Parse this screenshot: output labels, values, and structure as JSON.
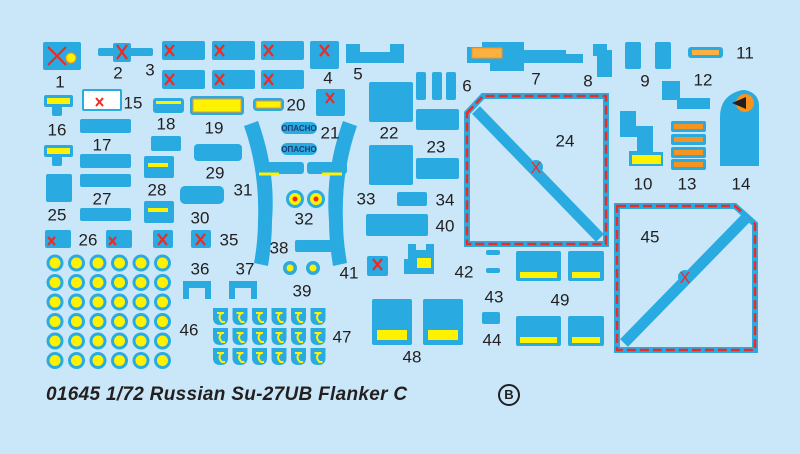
{
  "sheet": {
    "title": "01645 1/72 Russian Su-27UB Flanker C",
    "badge": "B",
    "colors": {
      "background": "#c9e7f8",
      "decal": "#29abe2",
      "red": "#ee2a24",
      "yellow": "#fff200",
      "orange": "#f7941d"
    },
    "decal_numbers": [
      "1",
      "2",
      "3",
      "4",
      "5",
      "6",
      "7",
      "8",
      "9",
      "10",
      "11",
      "12",
      "13",
      "14",
      "15",
      "16",
      "17",
      "18",
      "19",
      "20",
      "21",
      "22",
      "23",
      "24",
      "25",
      "26",
      "27",
      "28",
      "29",
      "30",
      "31",
      "32",
      "33",
      "34",
      "35",
      "36",
      "37",
      "38",
      "39",
      "40",
      "41",
      "42",
      "43",
      "44",
      "45",
      "46",
      "47",
      "48",
      "49"
    ],
    "stencil_text": [
      "ОПАСНО",
      "ОПАСНО"
    ],
    "roundel_count_46": 36,
    "roundel_count_47": 18
  }
}
